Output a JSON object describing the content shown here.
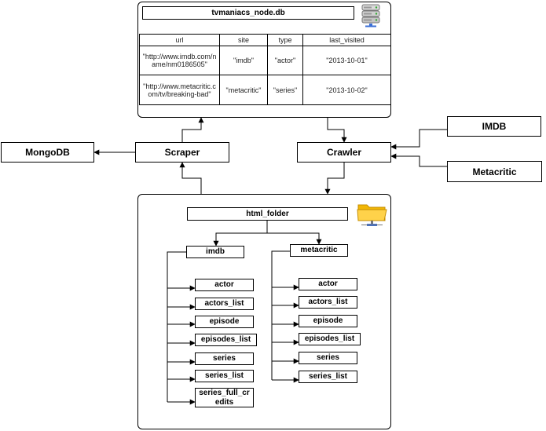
{
  "db": {
    "title": "tvmaniacs_node.db",
    "columns": [
      "url",
      "site",
      "type",
      "last_visited"
    ],
    "rows": [
      [
        "\"http://www.imdb.com/name/nm0186505\"",
        "\"imdb\"",
        "\"actor\"",
        "\"2013-10-01\""
      ],
      [
        "\"http://www.metacritic.com/tv/breaking-bad\"",
        "\"metacritic\"",
        "\"series\"",
        "\"2013-10-02\""
      ]
    ]
  },
  "nodes": {
    "mongodb": "MongoDB",
    "scraper": "Scraper",
    "crawler": "Crawler",
    "imdb": "IMDB",
    "metacritic": "Metacritic"
  },
  "folder": {
    "root": "html_folder",
    "imdb": {
      "label": "imdb",
      "items": [
        "actor",
        "actors_list",
        "episode",
        "episodes_list",
        "series",
        "series_list",
        "series_full_credits"
      ]
    },
    "metacritic": {
      "label": "metacritic",
      "items": [
        "actor",
        "actors_list",
        "episode",
        "episodes_list",
        "series",
        "series_list"
      ]
    }
  },
  "icons": {
    "database": "database-icon",
    "folder": "folder-network-icon"
  }
}
